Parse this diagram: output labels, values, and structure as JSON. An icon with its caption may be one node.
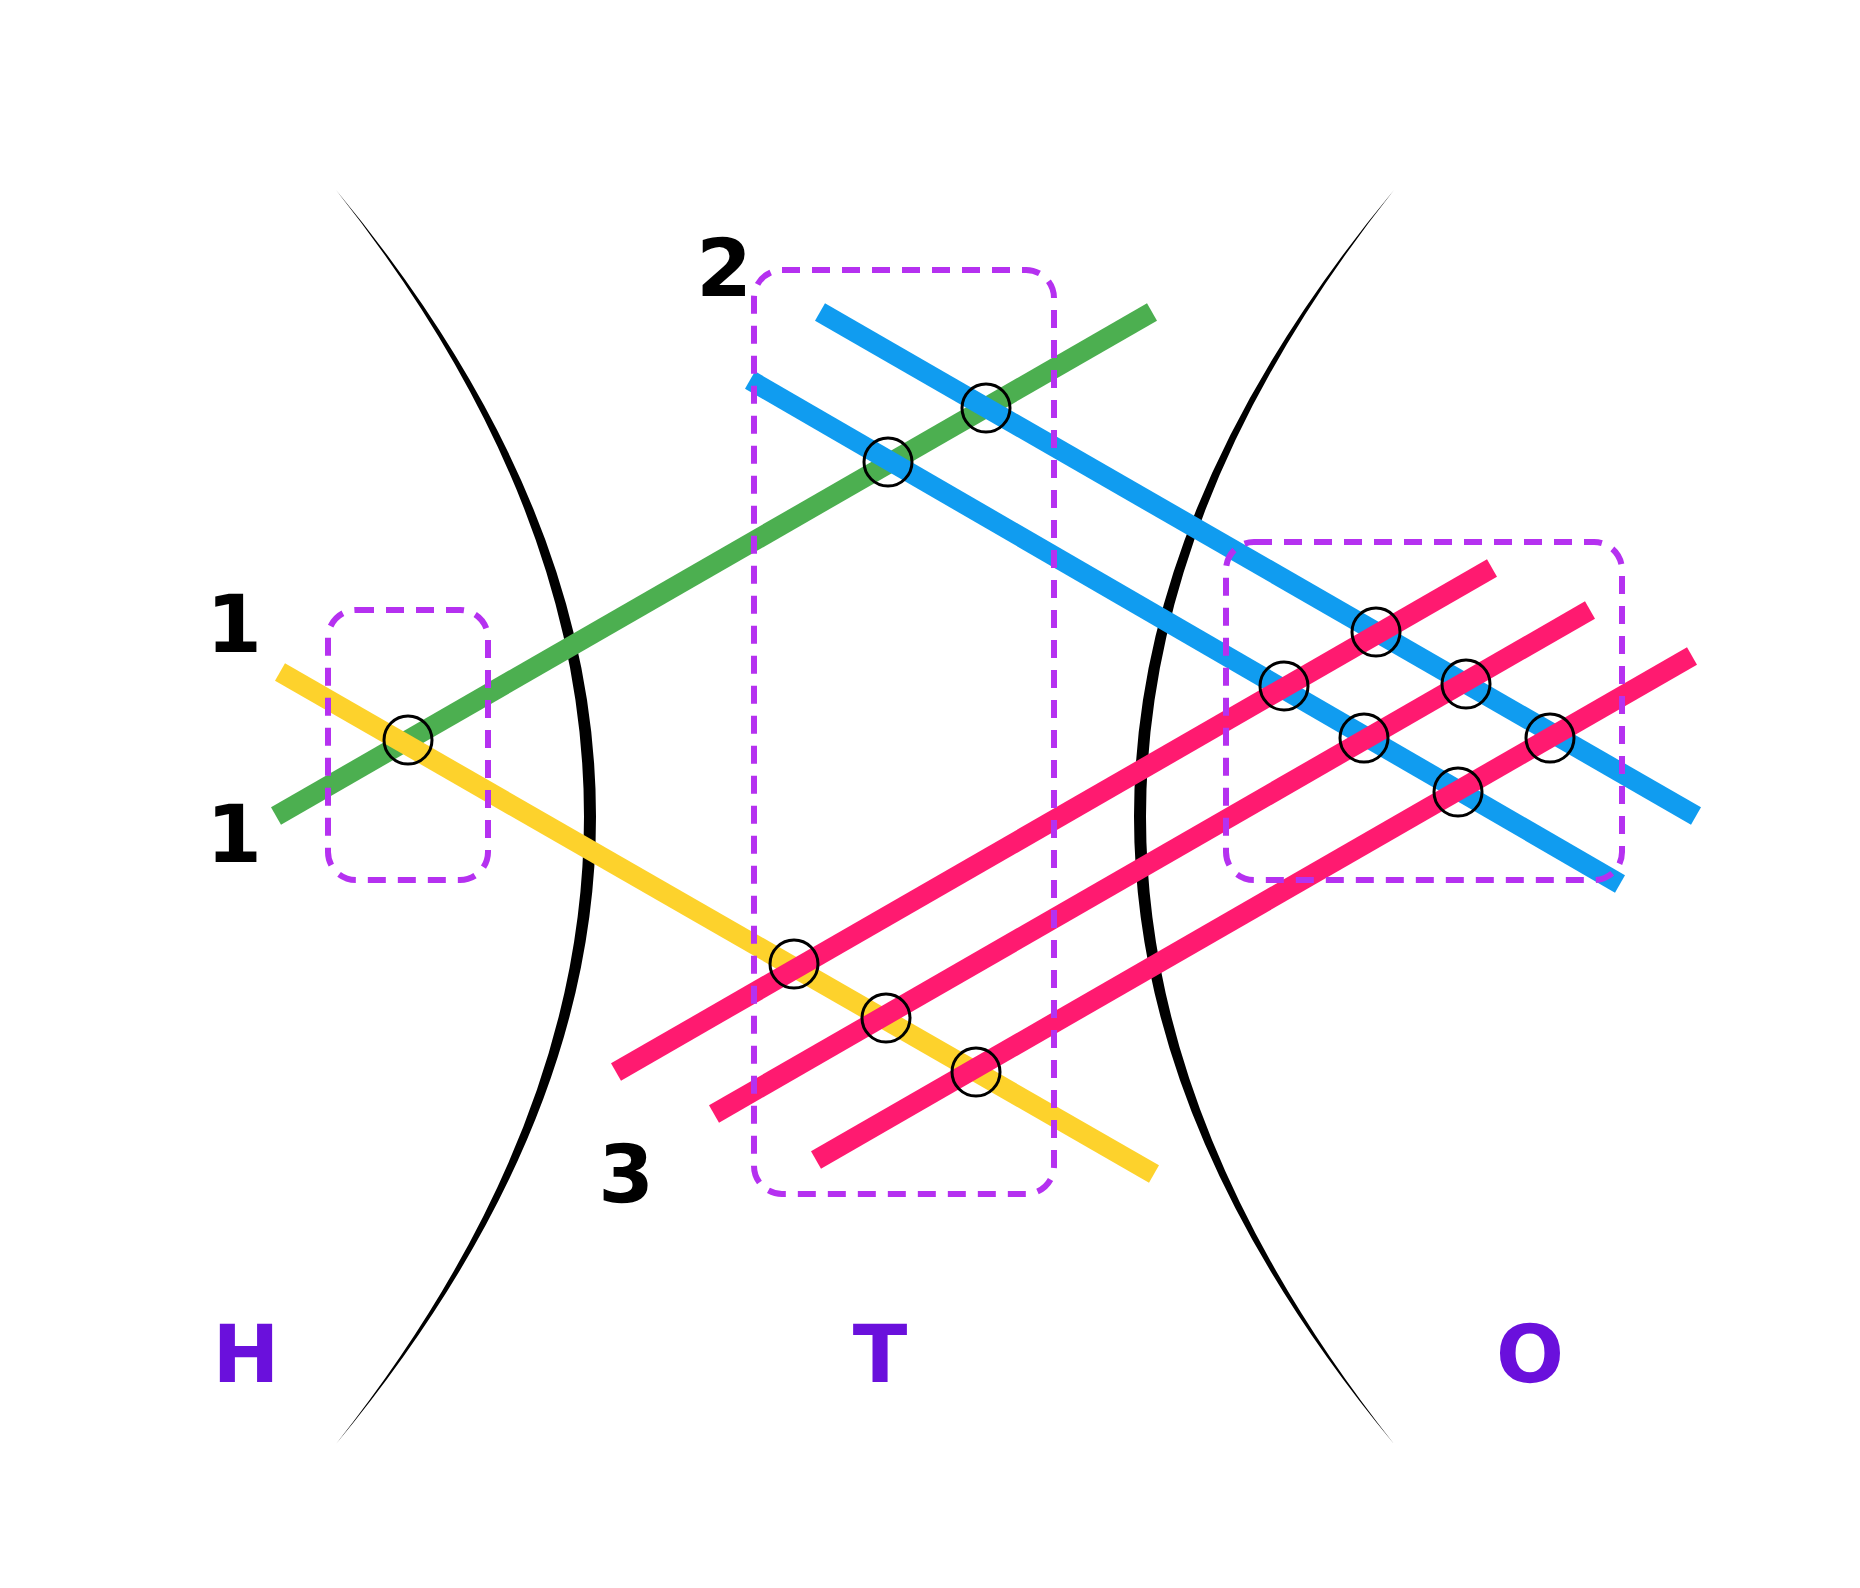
{
  "diagram": {
    "labels": [
      "2",
      "1",
      "1",
      "3",
      "H",
      "T",
      "O"
    ]
  }
}
